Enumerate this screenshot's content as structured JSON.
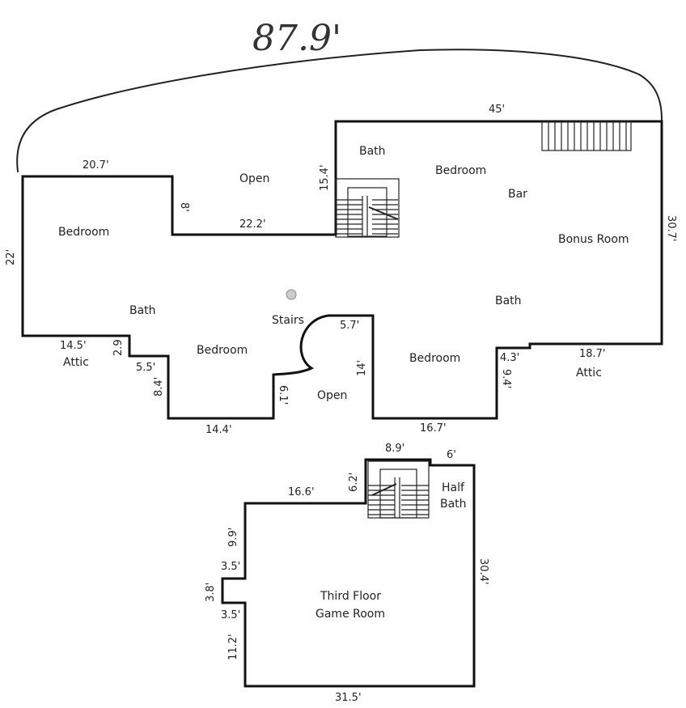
{
  "handwritten_total": "87.9'",
  "rooms": {
    "bedroom_left": "Bedroom",
    "open_top": "Open",
    "bath_top": "Bath",
    "bedroom_top": "Bedroom",
    "bar": "Bar",
    "bonus_room": "Bonus Room",
    "bath_left": "Bath",
    "stairs": "Stairs",
    "bath_right": "Bath",
    "attic_left": "Attic",
    "bedroom_mid": "Bedroom",
    "bedroom_right": "Bedroom",
    "open_bottom": "Open",
    "attic_right": "Attic",
    "half_bath_1": "Half",
    "half_bath_2": "Bath",
    "third_floor_1": "Third Floor",
    "third_floor_2": "Game Room"
  },
  "dimensions": {
    "d20_7": "20.7'",
    "d45": "45'",
    "d15_4": "15.4'",
    "d8": "8'",
    "d22_2": "22.2'",
    "d22": "22'",
    "d30_7": "30.7'",
    "d14_5": "14.5'",
    "d2_9": "2.9",
    "d5_5": "5.5'",
    "d8_4": "8.4'",
    "d14_4": "14.4'",
    "d6_1": "6.1'",
    "d5_7": "5.7'",
    "d14": "14'",
    "d16_7": "16.7'",
    "d4_3": "4.3'",
    "d9_4": "9.4'",
    "d18_7": "18.7'",
    "d8_9": "8.9'",
    "d6": "6'",
    "d6_2": "6.2'",
    "d16_6": "16.6'",
    "d9_9": "9.9'",
    "d3_5a": "3.5'",
    "d3_8": "3.8'",
    "d3_5b": "3.5'",
    "d11_2": "11.2'",
    "d30_4": "30.4'",
    "d31_5": "31.5'"
  }
}
